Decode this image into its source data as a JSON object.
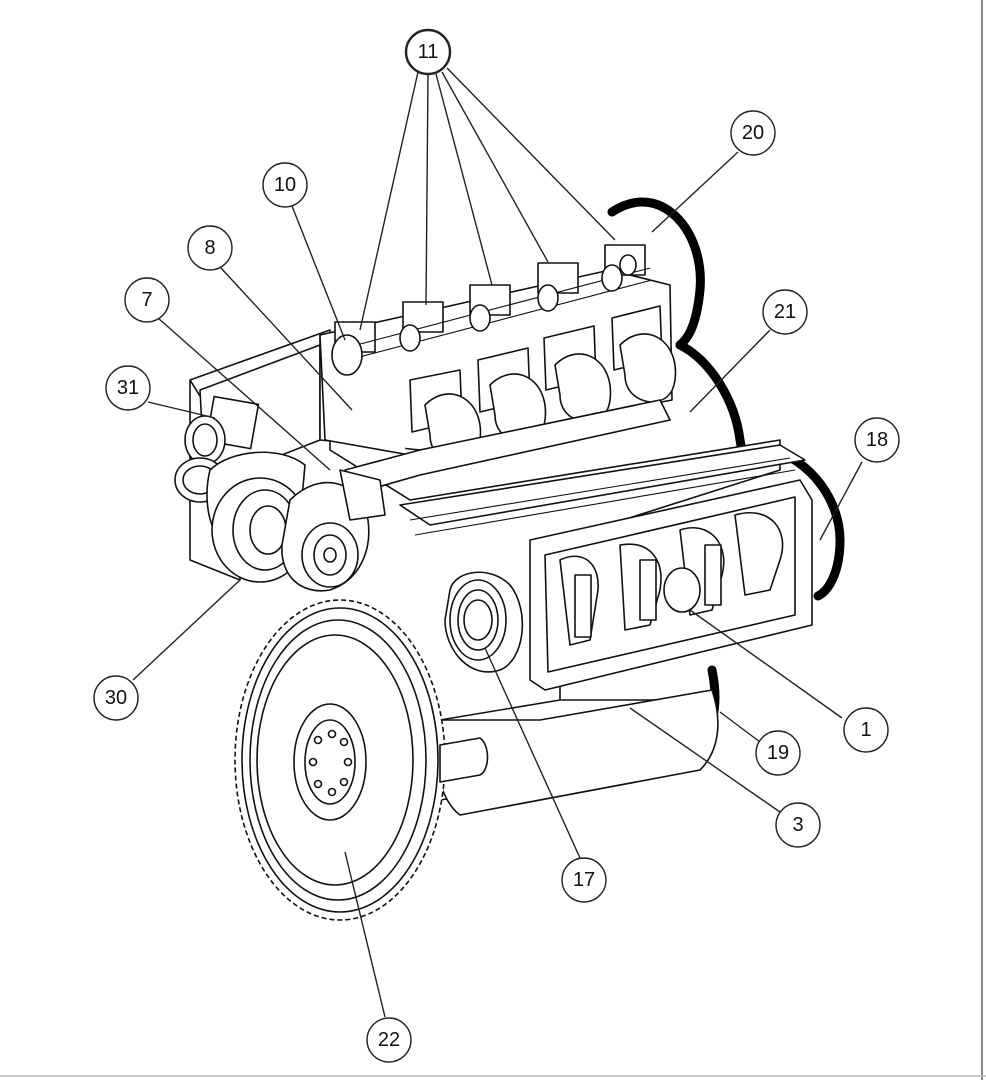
{
  "diagram": {
    "callouts": [
      {
        "id": "c11",
        "label": "11"
      },
      {
        "id": "c20",
        "label": "20"
      },
      {
        "id": "c10",
        "label": "10"
      },
      {
        "id": "c8",
        "label": "8"
      },
      {
        "id": "c7",
        "label": "7"
      },
      {
        "id": "c21",
        "label": "21"
      },
      {
        "id": "c31",
        "label": "31"
      },
      {
        "id": "c18",
        "label": "18"
      },
      {
        "id": "c30",
        "label": "30"
      },
      {
        "id": "c1",
        "label": "1"
      },
      {
        "id": "c19",
        "label": "19"
      },
      {
        "id": "c3",
        "label": "3"
      },
      {
        "id": "c17",
        "label": "17"
      },
      {
        "id": "c22",
        "label": "22"
      }
    ]
  }
}
